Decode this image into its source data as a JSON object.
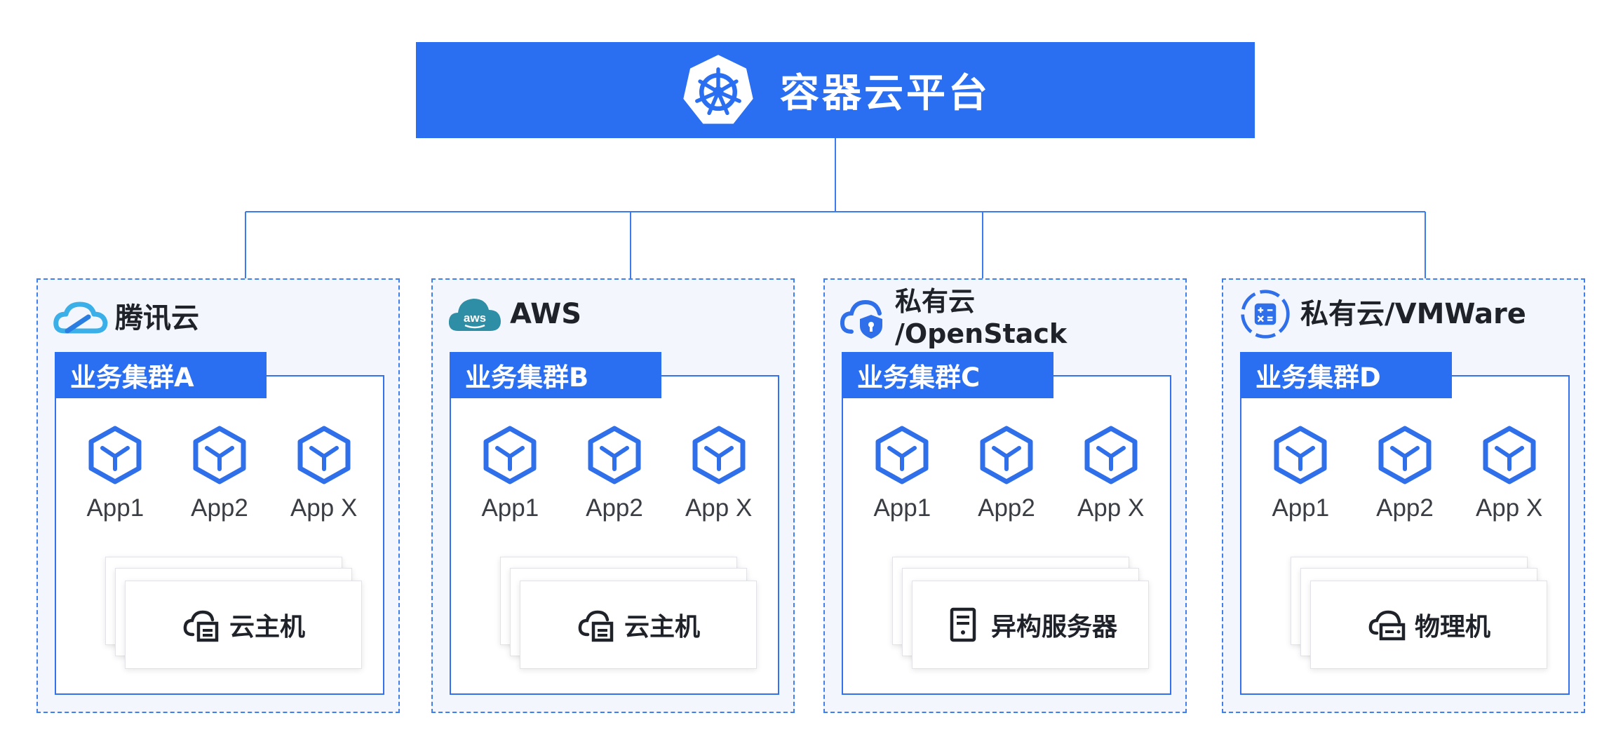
{
  "platform": {
    "title": "容器云平台",
    "icon": "kubernetes-helm-icon",
    "color": "#2a6ef2"
  },
  "providers": [
    {
      "name": "腾讯云",
      "icon": "tencent-cloud-icon",
      "cluster": "业务集群A",
      "apps": [
        "App1",
        "App2",
        "App X"
      ],
      "host": "云主机",
      "host_icon": "cloud-server-icon"
    },
    {
      "name": "AWS",
      "icon": "aws-icon",
      "cluster": "业务集群B",
      "apps": [
        "App1",
        "App2",
        "App X"
      ],
      "host": "云主机",
      "host_icon": "cloud-server-icon"
    },
    {
      "name": "私有云\n/OpenStack",
      "icon": "private-cloud-lock-icon",
      "cluster": "业务集群C",
      "apps": [
        "App1",
        "App2",
        "App X"
      ],
      "host": "异构服务器",
      "host_icon": "server-icon"
    },
    {
      "name": "私有云/VMWare",
      "icon": "vmware-icon",
      "cluster": "业务集群D",
      "apps": [
        "App1",
        "App2",
        "App X"
      ],
      "host": "物理机",
      "host_icon": "physical-machine-icon"
    }
  ],
  "colors": {
    "accent": "#2a6ef2",
    "panel_bg": "#f4f6fd",
    "icon_blue": "#2f6fea"
  }
}
